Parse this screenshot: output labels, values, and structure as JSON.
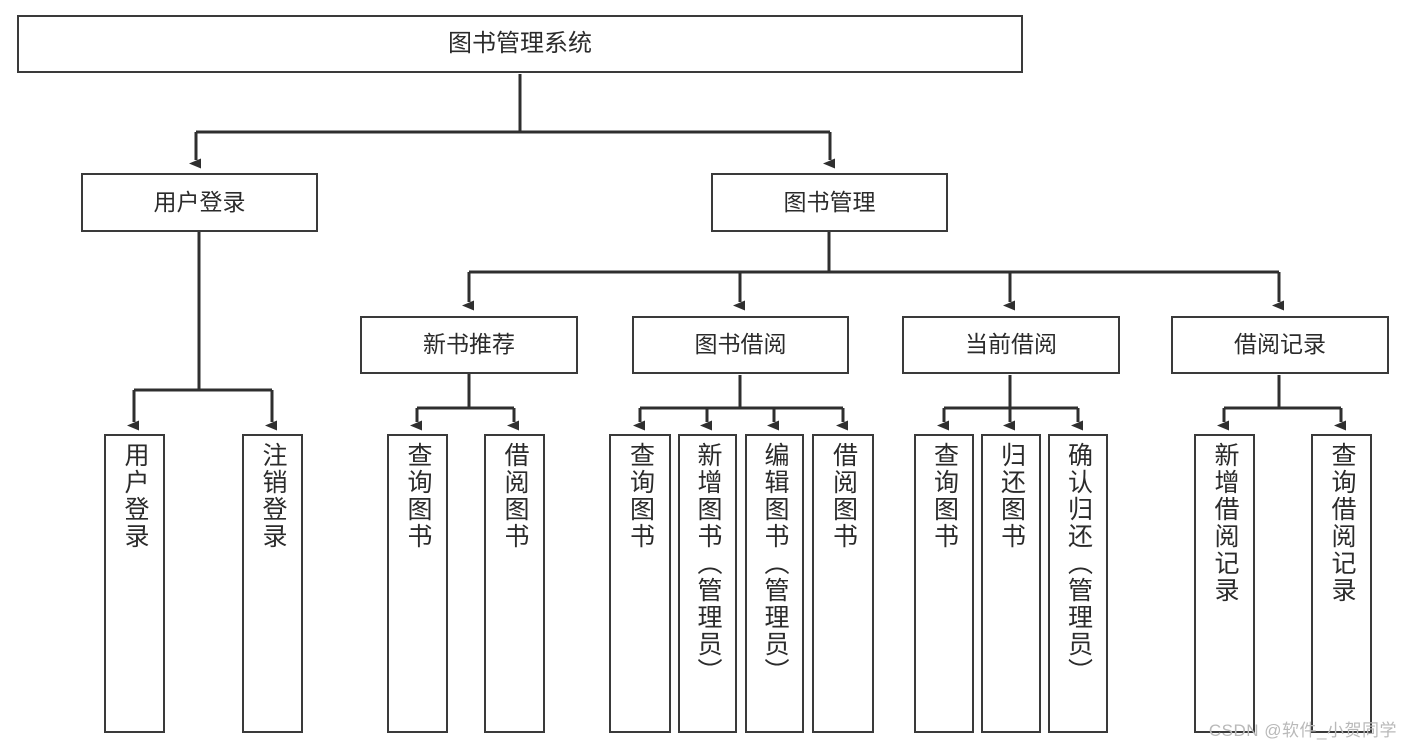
{
  "diagram": {
    "title": "图书管理系统",
    "type": "hierarchy-tree",
    "watermark": "CSDN @软件_小贺同学",
    "colors": {
      "box_border": "#3a3a3a",
      "box_fill": "#ffffff",
      "line": "#2f2f2f",
      "text": "#2b2b2b",
      "watermark": "#b9b9b9",
      "background": "#ffffff"
    },
    "levels": [
      {
        "level": 0,
        "labels": [
          "图书管理系统"
        ]
      },
      {
        "level": 1,
        "labels": [
          "用户登录",
          "图书管理"
        ]
      },
      {
        "level": 2,
        "labels": [
          "新书推荐",
          "图书借阅",
          "当前借阅",
          "借阅记录"
        ]
      },
      {
        "level": 3,
        "labels": [
          "用户登录",
          "注销登录",
          "查询图书",
          "借阅图书",
          "查询图书",
          "新增图书（管理员）",
          "编辑图书（管理员）",
          "借阅图书",
          "查询图书",
          "归还图书",
          "确认归还（管理员）",
          "新增借阅记录",
          "查询借阅记录"
        ]
      }
    ],
    "nodes": {
      "root": {
        "label": "图书管理系统"
      },
      "user_login": {
        "label": "用户登录"
      },
      "book_mgmt": {
        "label": "图书管理"
      },
      "new_book_rec": {
        "label": "新书推荐"
      },
      "book_borrow": {
        "label": "图书借阅"
      },
      "current_borrow": {
        "label": "当前借阅"
      },
      "borrow_record": {
        "label": "借阅记录"
      },
      "leaf_user_login": {
        "label": "用户登录"
      },
      "leaf_logout": {
        "label": "注销登录"
      },
      "leaf_query_book_a": {
        "label": "查询图书"
      },
      "leaf_borrow_book_a": {
        "label": "借阅图书"
      },
      "leaf_query_book_b": {
        "label": "查询图书"
      },
      "leaf_add_book": {
        "label": "新增图书（管理员）"
      },
      "leaf_edit_book": {
        "label": "编辑图书（管理员）"
      },
      "leaf_borrow_book_b": {
        "label": "借阅图书"
      },
      "leaf_query_book_c": {
        "label": "查询图书"
      },
      "leaf_return_book": {
        "label": "归还图书"
      },
      "leaf_confirm_return": {
        "label": "确认归还（管理员）"
      },
      "leaf_add_record": {
        "label": "新增借阅记录"
      },
      "leaf_query_record": {
        "label": "查询借阅记录"
      }
    },
    "edges": [
      {
        "from": "root",
        "to": "user_login"
      },
      {
        "from": "root",
        "to": "book_mgmt"
      },
      {
        "from": "user_login",
        "to": "leaf_user_login"
      },
      {
        "from": "user_login",
        "to": "leaf_logout"
      },
      {
        "from": "book_mgmt",
        "to": "new_book_rec"
      },
      {
        "from": "book_mgmt",
        "to": "book_borrow"
      },
      {
        "from": "book_mgmt",
        "to": "current_borrow"
      },
      {
        "from": "book_mgmt",
        "to": "borrow_record"
      },
      {
        "from": "new_book_rec",
        "to": "leaf_query_book_a"
      },
      {
        "from": "new_book_rec",
        "to": "leaf_borrow_book_a"
      },
      {
        "from": "book_borrow",
        "to": "leaf_query_book_b"
      },
      {
        "from": "book_borrow",
        "to": "leaf_add_book"
      },
      {
        "from": "book_borrow",
        "to": "leaf_edit_book"
      },
      {
        "from": "book_borrow",
        "to": "leaf_borrow_book_b"
      },
      {
        "from": "current_borrow",
        "to": "leaf_query_book_c"
      },
      {
        "from": "current_borrow",
        "to": "leaf_return_book"
      },
      {
        "from": "current_borrow",
        "to": "leaf_confirm_return"
      },
      {
        "from": "borrow_record",
        "to": "leaf_add_record"
      },
      {
        "from": "borrow_record",
        "to": "leaf_query_record"
      }
    ]
  }
}
